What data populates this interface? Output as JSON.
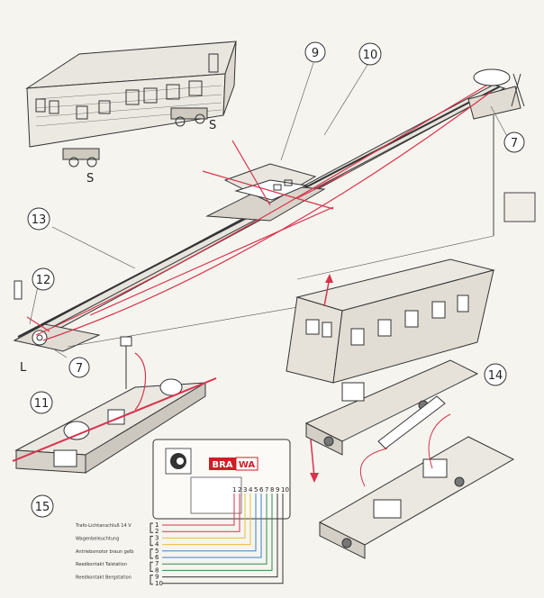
{
  "callouts": {
    "n9": "9",
    "n10": "10",
    "n7_top": "7",
    "n13": "13",
    "n12": "12",
    "n7_bottom": "7",
    "n11": "11",
    "n14": "14",
    "n15": "15"
  },
  "letters": {
    "s1": "S",
    "s2": "S",
    "l": "L"
  },
  "controller": {
    "brand_bra": "BRA",
    "brand_wa": "WA",
    "terminal_numbers": [
      "1",
      "2",
      "3",
      "4",
      "5",
      "6",
      "7",
      "8",
      "9",
      "10"
    ]
  },
  "legend": {
    "rows": [
      {
        "label": "Trafo-Lichtanschluß  14 V",
        "terms": [
          "1",
          "2"
        ]
      },
      {
        "label": "Wagenbeleuchtung",
        "terms": [
          "3",
          "4"
        ]
      },
      {
        "label": "Antriebsmotor braun gelb",
        "terms": [
          "5",
          "6"
        ]
      },
      {
        "label": "Reedkontakt Talstation",
        "terms": [
          "7",
          "8"
        ]
      },
      {
        "label": "Reedkontakt Bergstation",
        "terms": [
          "9",
          "10"
        ]
      }
    ]
  },
  "colors": {
    "red": "#d8324c",
    "line": "#333333",
    "wire_yellow": "#e2c23a",
    "wire_blue": "#3f7fc9",
    "wire_green": "#2f8a4c",
    "brand_red": "#cc1f25"
  }
}
